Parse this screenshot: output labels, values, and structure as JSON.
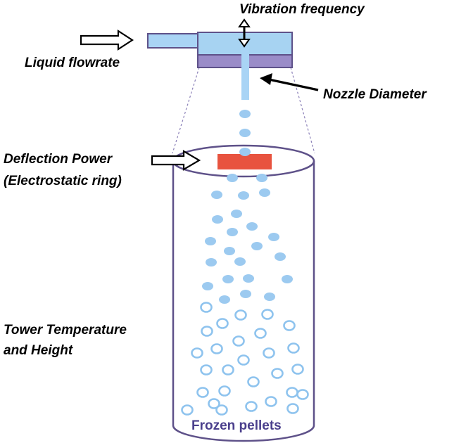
{
  "labels": {
    "vibration_frequency": "Vibration frequency",
    "liquid_flowrate": "Liquid flowrate",
    "nozzle_diameter": "Nozzle Diameter",
    "deflection_power_line1": "Deflection Power",
    "deflection_power_line2": "(Electrostatic ring)",
    "tower_line1": "Tower Temperature",
    "tower_line2": "and Height",
    "frozen_pellets": "Frozen pellets"
  },
  "colors": {
    "liquid": "#a9d4f5",
    "nozzle_body": "#a7d3f2",
    "nozzle_base": "#9a8cc8",
    "outline": "#5e5189",
    "ring": "#e8533f",
    "droplet": "#9ccaf0",
    "pellet_ring": "#8ec3ee",
    "pellet_text": "#4a3f8c"
  },
  "icons": {
    "vibration": "double-headed-vertical-arrow",
    "flow_input": "hollow-right-arrow",
    "deflection_input": "hollow-right-arrow",
    "nozzle_pointer": "black-pointer-arrow"
  }
}
